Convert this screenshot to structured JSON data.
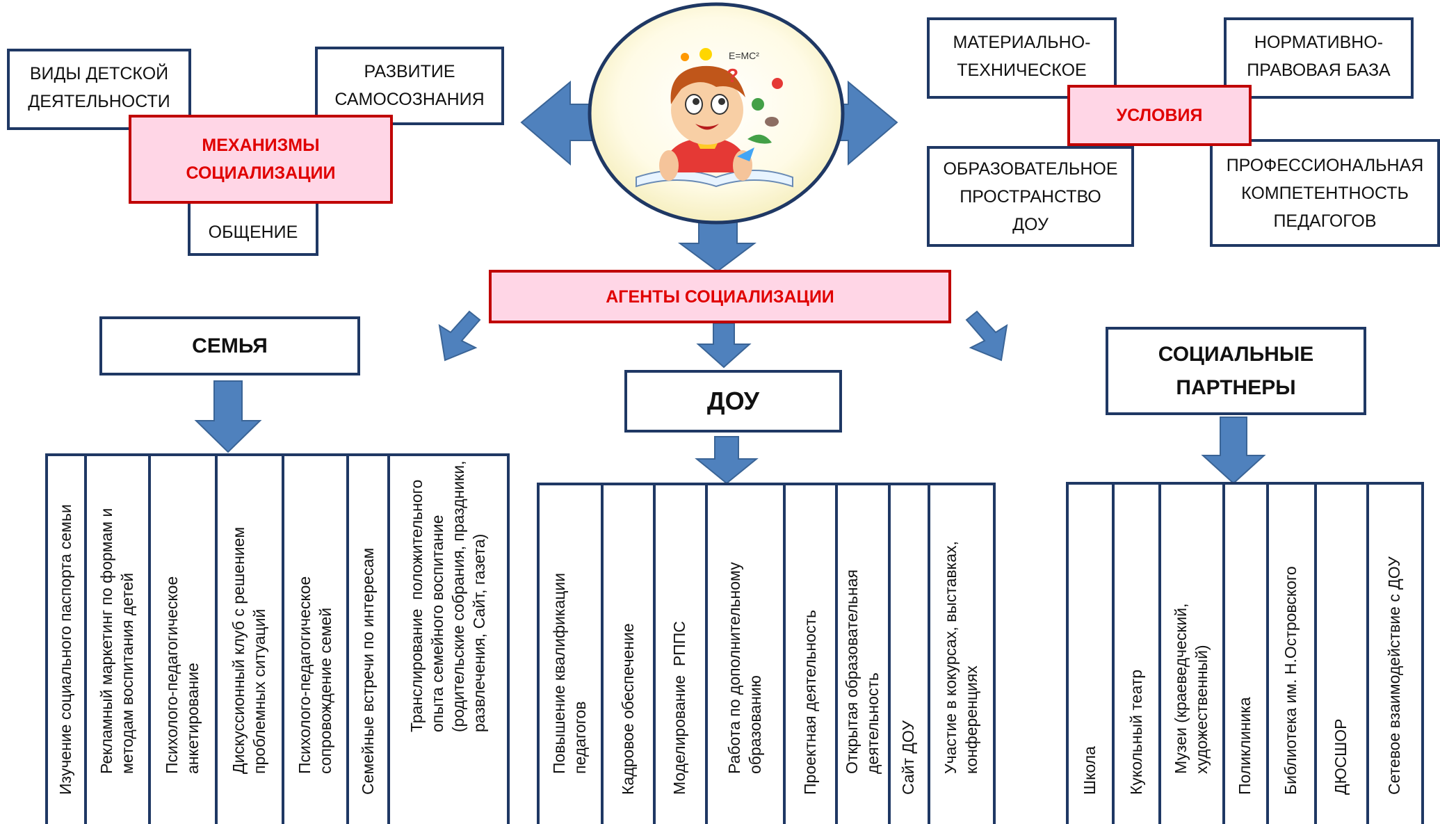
{
  "center_image": {
    "icon": "boy-reading-book-illustration"
  },
  "mechanisms": {
    "title": "МЕХАНИЗМЫ\nСОЦИАЛИЗАЦИИ",
    "items": [
      "ВИДЫ ДЕТСКОЙ\nДЕЯТЕЛЬНОСТИ",
      "РАЗВИТИЕ\nСАМОСОЗНАНИЯ",
      "ОБЩЕНИЕ"
    ]
  },
  "conditions": {
    "title": "УСЛОВИЯ",
    "items": [
      "МАТЕРИАЛЬНО-\nТЕХНИЧЕСКОЕ",
      "НОРМАТИВНО-\nПРАВОВАЯ БАЗА",
      "ОБРАЗОВАТЕЛЬНОЕ\nПРОСТРАНСТВО\nДОУ",
      "ПРОФЕССИОНАЛЬНАЯ\nКОМПЕТЕНТНОСТЬ\nПЕДАГОГОВ"
    ]
  },
  "agents": {
    "title": "АГЕНТЫ СОЦИАЛИЗАЦИИ",
    "family": {
      "title": "СЕМЬЯ",
      "items": [
        "Изучение социального паспорта семьи",
        "Рекламный маркетинг по формам и\nметодам воспитания детей",
        "Психолого-педагогическое\nанкетирование",
        "Дискуссионный клуб с решением\nпроблемных ситуаций",
        "Психолого-педагогическое\nсопровождение семей",
        "Семейные встречи по интересам",
        "Транслирование  положительного\nопыта семейного воспитание\n(родительские собрания, праздники,\nразвлечения, Сайт, газета)"
      ]
    },
    "dou": {
      "title": "ДОУ",
      "items": [
        "Повышение квалификации\nпедагогов",
        "Кадровое обеспечение",
        "Моделирование  РППС",
        "Работа по дополнительному\nобразованию",
        "Проектная деятельность",
        "Открытая образовательная\nдеятельность",
        "Сайт ДОУ",
        "Участие в кокурсах, выставках,\nконференциях"
      ]
    },
    "partners": {
      "title": "СОЦИАЛЬНЫЕ\nПАРТНЕРЫ",
      "items": [
        "Школа",
        "Кукольный театр",
        "Музеи (краеведческий,\nхудожественный)",
        "Поликлиника",
        "Библиотека им. Н.Островского",
        "ДЮСШОР",
        "Сетевое взаимодействие с ДОУ"
      ]
    }
  },
  "colors": {
    "arrow": "#4f81bd",
    "border": "#1f3864",
    "accent_red": "#c00000",
    "pink_fill": "#ffd6e6"
  }
}
